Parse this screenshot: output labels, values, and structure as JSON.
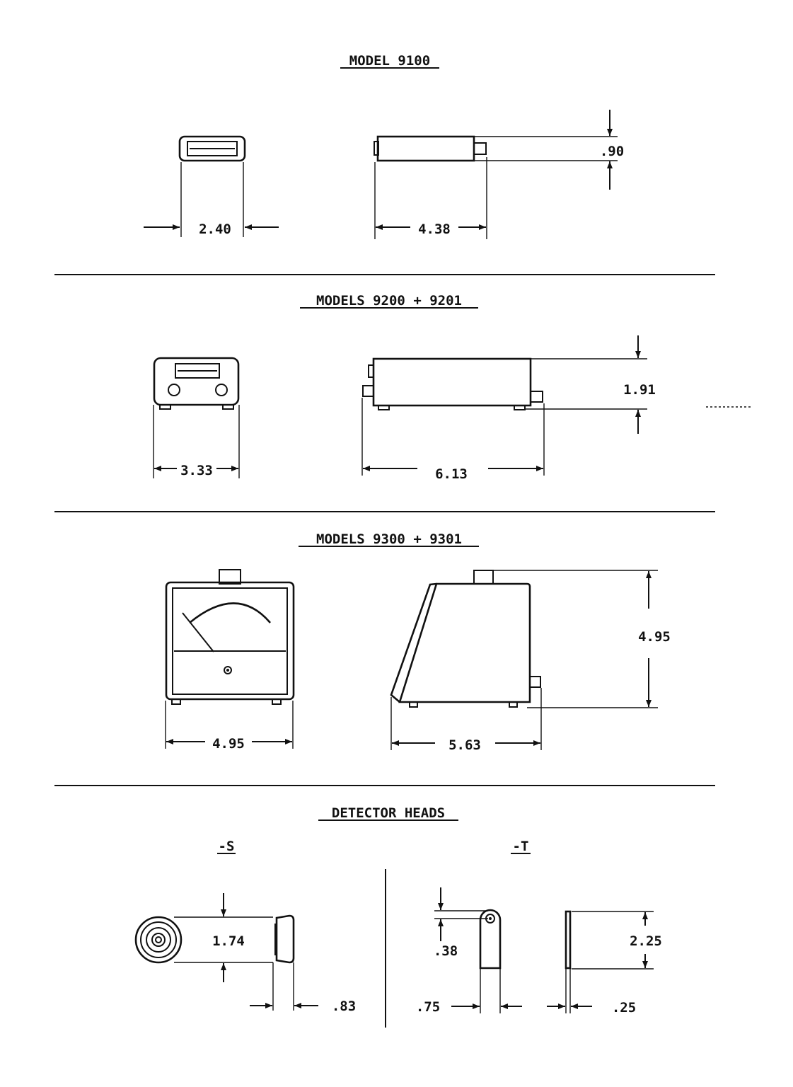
{
  "sections": [
    {
      "title": "MODEL 9100",
      "dims": {
        "front_width": "2.40",
        "side_length": "4.38",
        "height": ".90"
      }
    },
    {
      "title": "MODELS 9200 + 9201",
      "dims": {
        "front_width": "3.33",
        "side_length": "6.13",
        "height": "1.91"
      }
    },
    {
      "title": "MODELS 9300 + 9301",
      "dims": {
        "front_width": "4.95",
        "side_length": "5.63",
        "height": "4.95"
      }
    },
    {
      "title": "DETECTOR HEADS",
      "heads": [
        {
          "label": "-S",
          "dims": {
            "diameter": "1.74",
            "thickness": ".83"
          }
        },
        {
          "label": "-T",
          "dims": {
            "hole": ".38",
            "width": ".75",
            "height": "2.25",
            "thickness": ".25"
          }
        }
      ]
    }
  ]
}
